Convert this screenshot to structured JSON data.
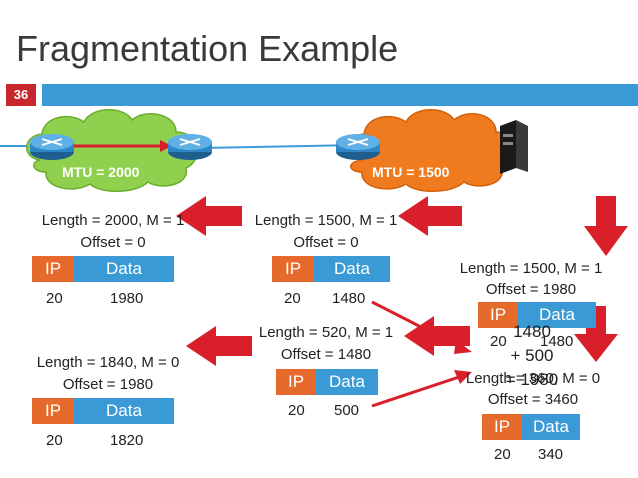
{
  "slide": {
    "title": "Fragmentation Example",
    "number": "36"
  },
  "network": {
    "mtu_left": "MTU = 2000",
    "mtu_right": "MTU = 1500"
  },
  "packets": [
    {
      "caption1": "Length = 2000, M = 1",
      "caption2": "Offset = 0",
      "ip": "IP",
      "data": "Data",
      "ip_size": "20",
      "data_size": "1980"
    },
    {
      "caption1": "Length = 1500, M = 1",
      "caption2": "Offset = 0",
      "ip": "IP",
      "data": "Data",
      "ip_size": "20",
      "data_size": "1480"
    },
    {
      "caption1": "Length = 520, M = 1",
      "caption2": "Offset = 1480",
      "ip": "IP",
      "data": "Data",
      "ip_size": "20",
      "data_size": "500"
    },
    {
      "caption1": "Length = 1840, M = 0",
      "caption2": "Offset = 1980",
      "ip": "IP",
      "data": "Data",
      "ip_size": "20",
      "data_size": "1820"
    },
    {
      "caption1": "Length = 1500, M = 1",
      "caption2": "Offset = 1980",
      "ip": "IP",
      "data": "Data",
      "ip_size": "20",
      "data_size": "1480"
    },
    {
      "caption1": "Length = 360, M = 0",
      "caption2": "Offset = 3460",
      "ip": "IP",
      "data": "Data",
      "ip_size": "20",
      "data_size": "340"
    }
  ],
  "sum": {
    "line1": "1480",
    "line2": "+ 500",
    "line3": "= 1980"
  },
  "colors": {
    "ip": "#e66a2c",
    "data": "#3a9ad6",
    "cloud_green": "#8fd14f",
    "cloud_orange": "#f07a1e",
    "arrow_red": "#d9202a",
    "router_blue": "#2f86c4"
  }
}
